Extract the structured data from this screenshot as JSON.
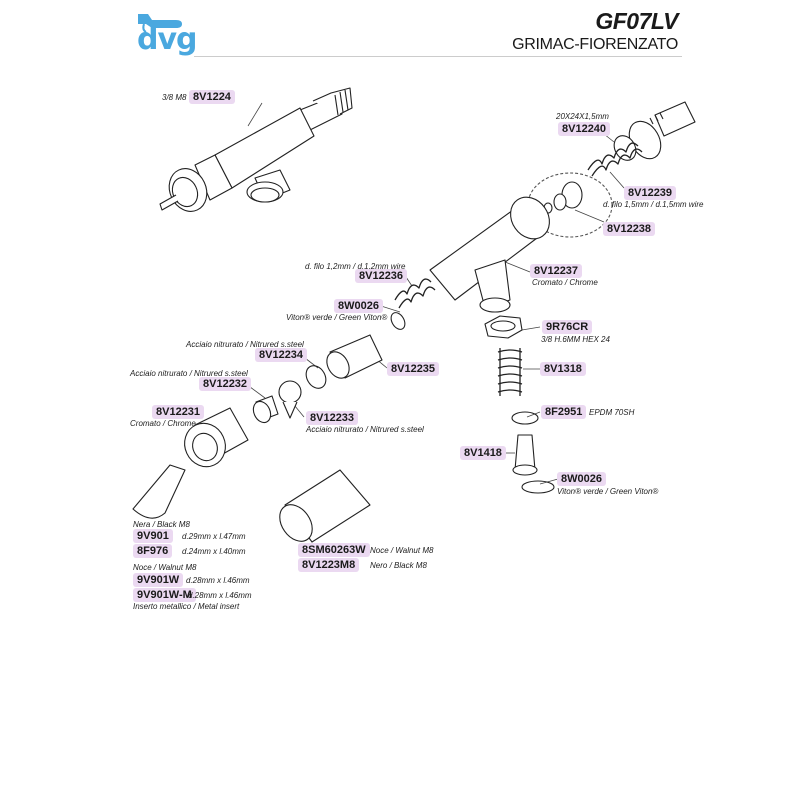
{
  "header": {
    "brand": "dvg",
    "model": "GF07LV",
    "manufacturer": "GRIMAC-FIORENZATO"
  },
  "colors": {
    "label_bg": "#ebd9f1",
    "brand": "#4aa8df"
  },
  "labels": {
    "v1224_spec": "3/8 M8",
    "v1224_code": "8V1224",
    "v12240_spec": "20X24X1,5mm",
    "v12240_code": "8V12240",
    "v12239_code": "8V12239",
    "v12238_spec": "d. filo 1,5mm / d.1,5mm wire",
    "v12238_code": "8V12238",
    "v12236_spec": "d. filo 1,2mm / d.1,2mm wire",
    "v12236_code": "8V12236",
    "v12237_code": "8V12237",
    "v12237_spec": "Cromato / Chrome",
    "w0026a_code": "8W0026",
    "w0026a_spec": "Viton® verde / Green Viton®",
    "r76_code": "9R76CR",
    "r76_spec": "3/8 H.6MM HEX 24",
    "v12234_spec": "Acciaio nitrurato / Nitrured s.steel",
    "v12234_code": "8V12234",
    "v12235_code": "8V12235",
    "v1318_code": "8V1318",
    "v12232_spec": "Acciaio nitrurato / Nitrured s.steel",
    "v12232_code": "8V12232",
    "f2951_code": "8F2951",
    "f2951_spec": "EPDM 70SH",
    "v12231_code": "8V12231",
    "v12231_spec": "Cromato / Chrome",
    "v12233_code": "8V12233",
    "v12233_spec": "Acciaio nitrurato / Nitrured s.steel",
    "v1418_code": "8V1418",
    "w0026b_code": "8W0026",
    "w0026b_spec": "Viton® verde / Green Viton®",
    "knob_black": "Nera / Black M8",
    "v901_code": "9V901",
    "v901_spec": "d.29mm x l.47mm",
    "f976_code": "8F976",
    "f976_spec": "d.24mm x l.40mm",
    "knob_walnut": "Noce / Walnut M8",
    "v901w_code": "9V901W",
    "v901w_spec": "d.28mm x l.46mm",
    "v901wm_code": "9V901W-M",
    "v901wm_spec": "d.28mm x l.46mm",
    "metal_insert": "Inserto metallico / Metal insert",
    "sm_code": "8SM60263W",
    "sm_spec": "Noce / Walnut M8",
    "m8_code": "8V1223M8",
    "m8_spec": "Nero / Black M8"
  }
}
